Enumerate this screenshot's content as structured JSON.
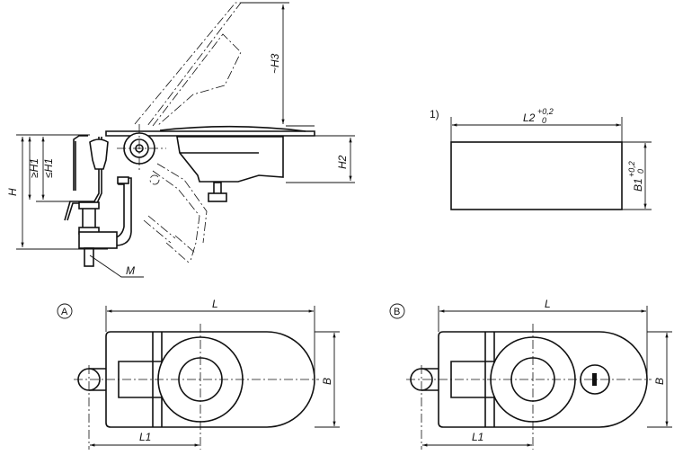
{
  "side_view": {
    "dimensions": {
      "H": "H",
      "H1_min": "≥H1",
      "H1_max": "≤H1",
      "H2": "H2",
      "H3": "~H3",
      "M": "M"
    }
  },
  "cutout": {
    "note": "1)",
    "length_label": "L2",
    "length_tol_upper": "+0,2",
    "length_tol_lower": "0",
    "width_label": "B1",
    "width_tol_upper": "+0,2",
    "width_tol_lower": "0"
  },
  "view_a": {
    "marker": "A",
    "L": "L",
    "B": "B",
    "L1": "L1"
  },
  "view_b": {
    "marker": "B",
    "L": "L",
    "B": "B",
    "L1": "L1"
  }
}
